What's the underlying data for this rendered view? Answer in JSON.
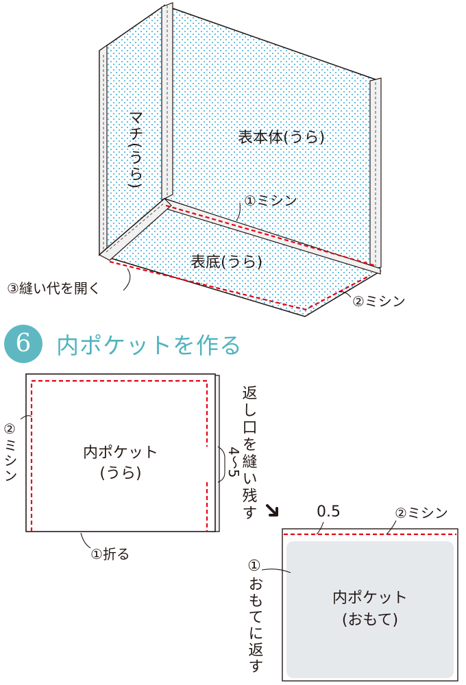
{
  "colors": {
    "dot": "#38a9d8",
    "stitch": "#e60012",
    "outline": "#231815",
    "accent": "#5fb8c1",
    "pocket_front_fill": "#e6e9ec"
  },
  "upper": {
    "gusset_label": "マチ(うら)",
    "body_label": "表本体(うら)",
    "bottom_label": "表底(うら)",
    "stitch1_label": "①ミシン",
    "stitch2_label": "②ミシン",
    "open_seam_label": "③縫い代を開く"
  },
  "section": {
    "number": "6",
    "title": "内ポケットを作る"
  },
  "pocket_back": {
    "label_line1": "内ポケット",
    "label_line2": "(うら)",
    "fold_label": "①折る",
    "stitch_label": "②ミシン",
    "opening_label": "返し口を縫い残す",
    "opening_size": "4〜5"
  },
  "pocket_front": {
    "label_line1": "内ポケット",
    "label_line2": "(おもて)",
    "turn_label": "①おもてに返す",
    "stitch_label": "②ミシン",
    "margin_value": "0.5"
  }
}
